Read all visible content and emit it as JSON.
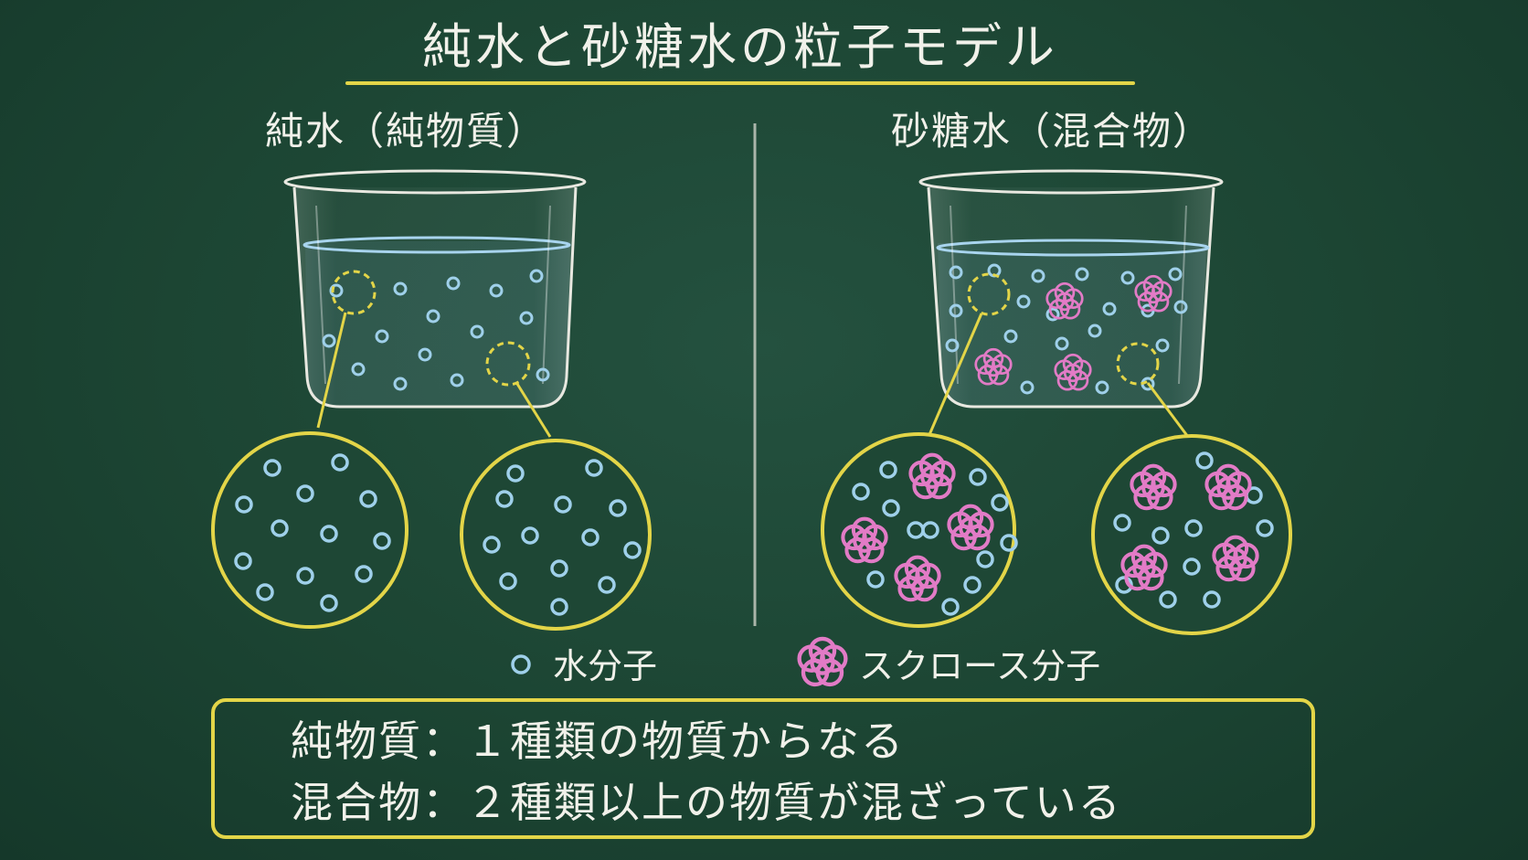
{
  "title": "純水と砂糖水の粒子モデル",
  "left": {
    "heading": "純水（純物質）"
  },
  "right": {
    "heading": "砂糖水（混合物）"
  },
  "legend": {
    "water": "水分子",
    "sucrose": "スクロース分子"
  },
  "definitions": [
    "純物質：１種類の物質からなる",
    "混合物：２種類以上の物質が混ざっている"
  ],
  "colors": {
    "board": "#1f4a37",
    "chalk_white": "#f1f1ea",
    "chalk_yellow": "#e3d548",
    "water_blue": "#9fd0ea",
    "sucrose_pink": "#e27bc6"
  },
  "icons": {
    "water": "water-molecule-icon",
    "sucrose": "sucrose-molecule-icon"
  }
}
